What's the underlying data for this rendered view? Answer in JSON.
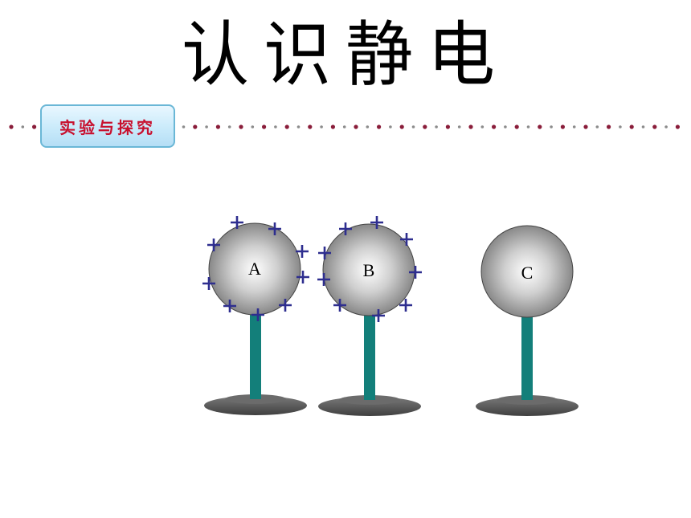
{
  "slide": {
    "title": "认识静电",
    "badge": "实验与探究"
  },
  "spheres": [
    {
      "label": "A",
      "charged": true
    },
    {
      "label": "B",
      "charged": true
    },
    {
      "label": "C",
      "charged": false
    }
  ],
  "colors": {
    "badge_text": "#c8102e",
    "plus_sign": "#2e2e8f",
    "stand_pole": "#137f7a",
    "sphere_gray": "#8c8c8c",
    "base_gray": "#555555"
  },
  "icons": [
    "plus-charge-icon",
    "dotted-divider"
  ]
}
